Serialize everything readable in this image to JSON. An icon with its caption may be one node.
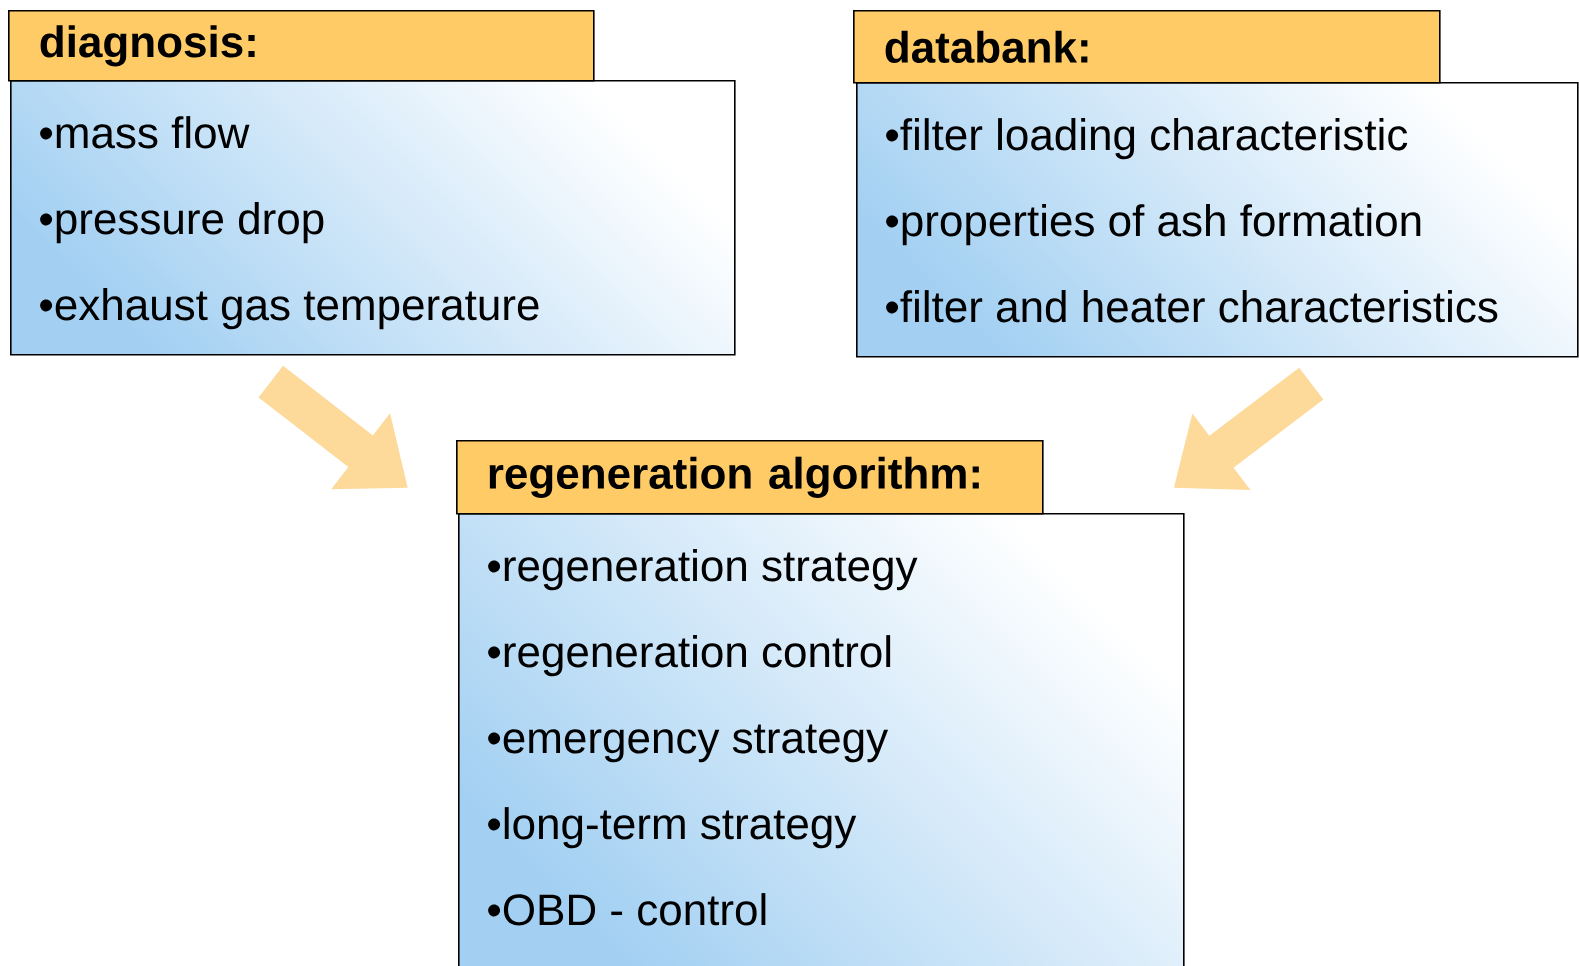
{
  "diagram": {
    "nodes": [
      {
        "text": [
          "diagnosis:",
          "•mass flow",
          "•pressure drop",
          "•exhaust gas temperature"
        ]
      },
      {
        "text": [
          "databank:",
          "•filter loading characteristic",
          "•properties of ash formation",
          "•filter and heater characteristics"
        ]
      },
      {
        "text": [
          "regeneration algorithm:",
          "•regeneration strategy",
          "•regeneration control",
          "•emergency strategy",
          "•long-term strategy",
          "•OBD - control"
        ]
      }
    ],
    "edges": [
      {
        "from": 0,
        "to": 2,
        "arrow": "to"
      },
      {
        "from": 1,
        "to": 2,
        "arrow": "to"
      }
    ]
  }
}
